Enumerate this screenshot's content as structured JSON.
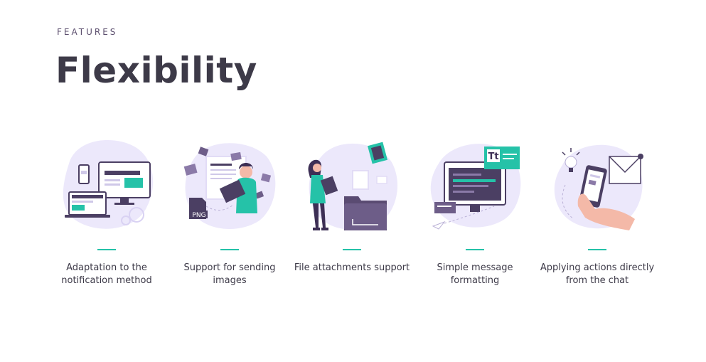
{
  "header": {
    "eyebrow": "FEATURES",
    "title": "Flexibility"
  },
  "colors": {
    "accent": "#25c2a8",
    "blob": "#ece8fb",
    "dark": "#4b3f63",
    "text": "#3d3a48"
  },
  "features": [
    {
      "label": "Adaptation to the notification method",
      "icon": "devices-illustration"
    },
    {
      "label": "Support for sending images",
      "icon": "woman-with-images-illustration"
    },
    {
      "label": "File attachments support",
      "icon": "file-attachments-illustration"
    },
    {
      "label": "Simple message formatting",
      "icon": "text-formatting-illustration"
    },
    {
      "label": "Applying actions directly from the chat",
      "icon": "phone-in-hand-illustration"
    }
  ],
  "illustration_text": {
    "png_badge": "PNG",
    "tt_badge": "Tt"
  }
}
